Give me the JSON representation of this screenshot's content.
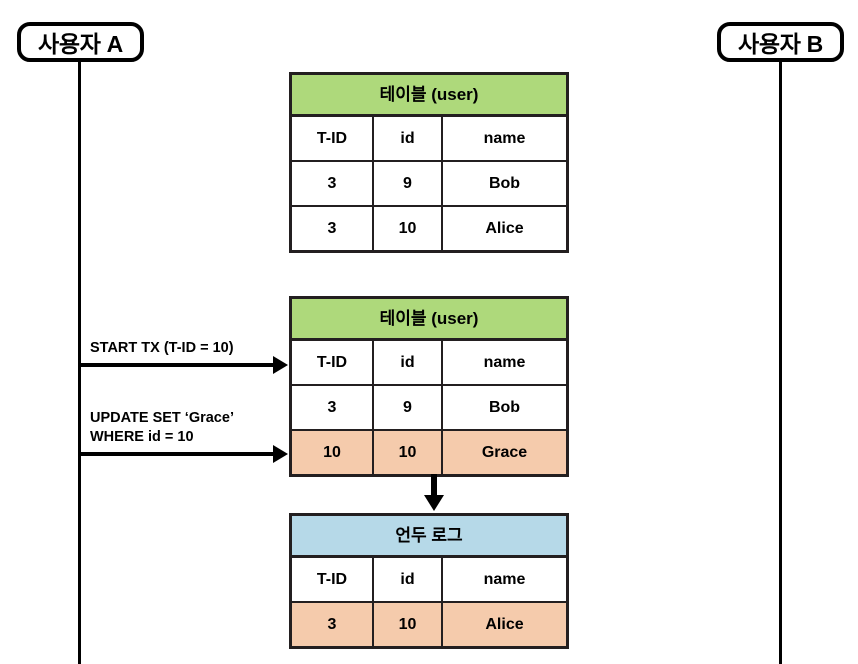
{
  "diagram": {
    "title": "MVCC undo log sequence diagram",
    "colors": {
      "table_header_green": "#aed97b",
      "undo_header_blue": "#b6d9e8",
      "highlight_peach": "#f5cbac",
      "line_black": "#000000",
      "border": "#231f20"
    }
  },
  "actors": {
    "left": {
      "label": "사용자 A",
      "name": "user-a"
    },
    "right": {
      "label": "사용자 B",
      "name": "user-b"
    }
  },
  "messages": [
    {
      "id": "start-tx",
      "label": "START TX (T-ID = 10)",
      "direction": "left-to-right"
    },
    {
      "id": "update",
      "label": "UPDATE SET ‘Grace’\nWHERE id = 10",
      "direction": "left-to-right"
    }
  ],
  "tables": {
    "user_before": {
      "title": "테이블 (user)",
      "header_style": "green",
      "columns": [
        "T-ID",
        "id",
        "name"
      ],
      "rows": [
        {
          "cells": [
            "3",
            "9",
            "Bob"
          ],
          "highlight": false
        },
        {
          "cells": [
            "3",
            "10",
            "Alice"
          ],
          "highlight": false
        }
      ]
    },
    "user_after": {
      "title": "테이블 (user)",
      "header_style": "green",
      "columns": [
        "T-ID",
        "id",
        "name"
      ],
      "rows": [
        {
          "cells": [
            "3",
            "9",
            "Bob"
          ],
          "highlight": false
        },
        {
          "cells": [
            "10",
            "10",
            "Grace"
          ],
          "highlight": true
        }
      ]
    },
    "undo_log": {
      "title": "언두 로그",
      "header_style": "blue",
      "columns": [
        "T-ID",
        "id",
        "name"
      ],
      "rows": [
        {
          "cells": [
            "3",
            "10",
            "Alice"
          ],
          "highlight": true
        }
      ]
    }
  }
}
